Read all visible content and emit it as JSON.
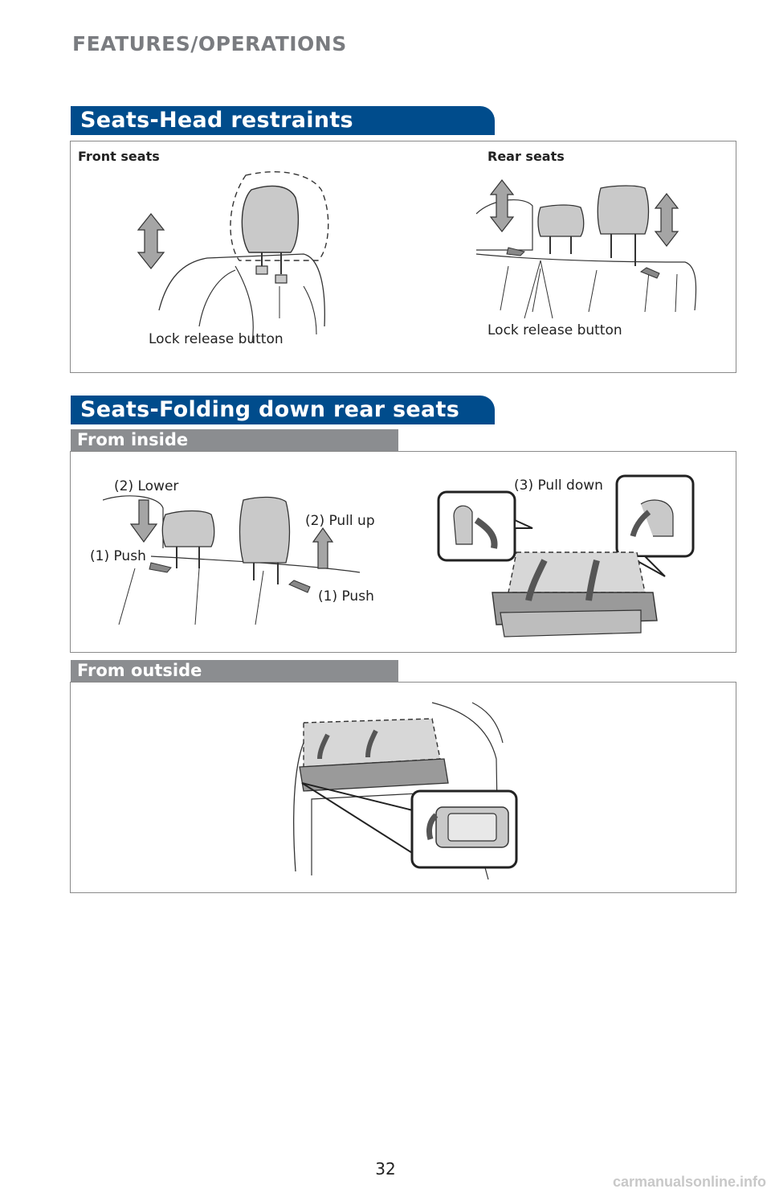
{
  "header": {
    "title": "FEATURES/OPERATIONS"
  },
  "head_restraints": {
    "title": "Seats-Head restraints",
    "front_label": "Front seats",
    "rear_label": "Rear seats",
    "front_callout": "Lock release button",
    "rear_callout": "Lock release button"
  },
  "folding": {
    "title": "Seats-Folding down rear seats",
    "inside": {
      "title": "From inside",
      "lower": "(2) Lower",
      "push_left": "(1) Push",
      "pull_up": "(2) Pull up",
      "push_right": "(1) Push",
      "pull_down": "(3) Pull down"
    },
    "outside": {
      "title": "From outside"
    }
  },
  "footer": {
    "page_number": "32",
    "watermark": "carmanualsonline.info"
  },
  "colors": {
    "section_blue": "#004c8c",
    "subsection_gray": "#8b8d90",
    "seat_gray": "#c9c9c9"
  }
}
